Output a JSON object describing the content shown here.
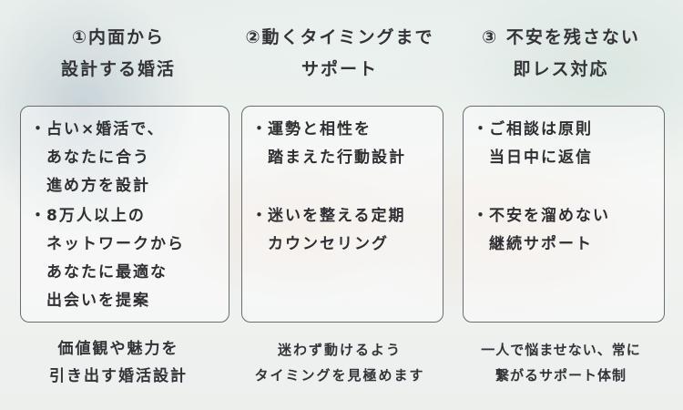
{
  "columns": [
    {
      "title": [
        "①内面から",
        "設計する婚活"
      ],
      "bullets": [
        {
          "dot": "・",
          "lines": [
            "占い×婚活で、",
            "あなたに合う",
            "進め方を設計"
          ]
        },
        {
          "dot": "・",
          "lines": [
            "8万人以上の",
            "ネットワークから",
            "あなたに最適な",
            "出会いを提案"
          ]
        }
      ],
      "footer": [
        "価値観や魅力を",
        "引き出す婚活設計"
      ]
    },
    {
      "title": [
        "②動くタイミングまで",
        "サポート"
      ],
      "bullets": [
        {
          "dot": "・",
          "lines": [
            "運勢と相性を",
            "踏まえた行動設計"
          ]
        },
        {
          "dot": "・",
          "lines": [
            "迷いを整える定期",
            "カウンセリング"
          ]
        }
      ],
      "footer": [
        "迷わず動けるよう",
        "タイミングを見極めます"
      ]
    },
    {
      "title": [
        "③ 不安を残さない",
        "即レス対応"
      ],
      "bullets": [
        {
          "dot": "・",
          "lines": [
            "ご相談は原則",
            "当日中に返信"
          ]
        },
        {
          "dot": "・",
          "lines": [
            "不安を溜めない",
            "継続サポート"
          ]
        }
      ],
      "footer": [
        "一人で悩ませない、常に",
        "繋がるサポート体制"
      ]
    }
  ]
}
